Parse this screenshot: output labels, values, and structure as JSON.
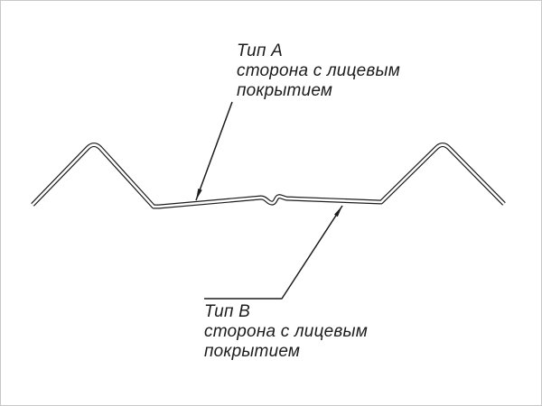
{
  "drawing": {
    "ink_color": "#1c1c1c",
    "background_color": "#ffffff",
    "labels": {
      "type_a": {
        "title": "Тип А",
        "line1": "сторона с лицевым",
        "line2": "покрытием"
      },
      "type_b": {
        "title": "Тип В",
        "line1": "сторона с лицевым",
        "line2": "покрытием"
      }
    }
  }
}
